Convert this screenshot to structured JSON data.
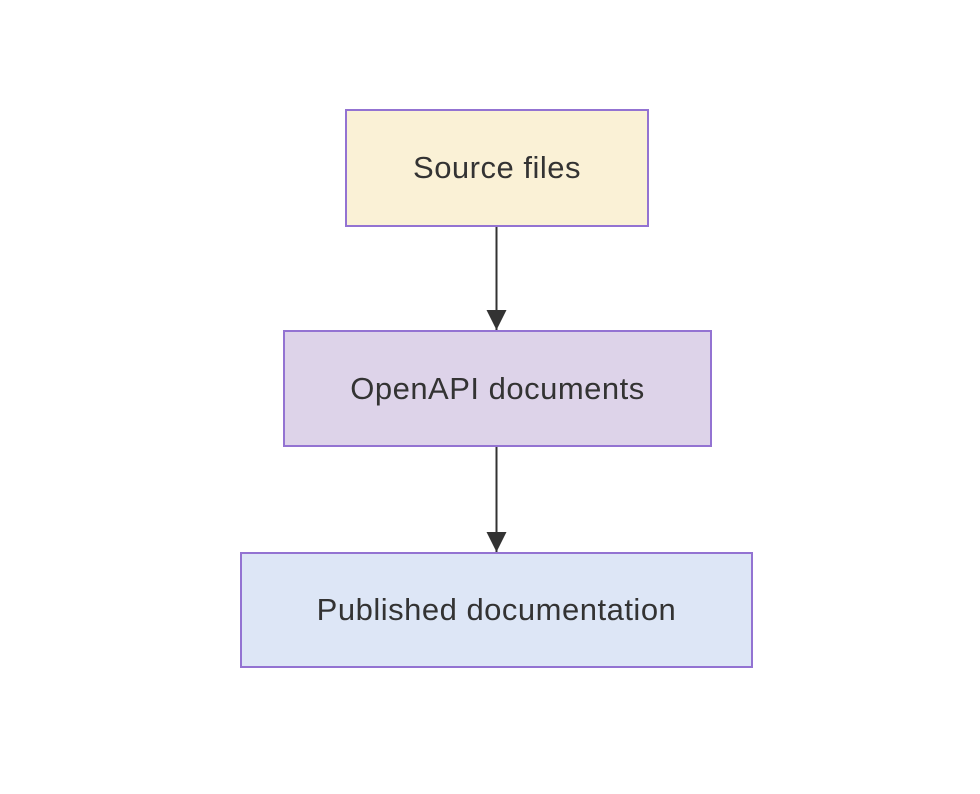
{
  "diagram": {
    "type": "flowchart",
    "direction": "top-down",
    "nodes": [
      {
        "id": "source",
        "label": "Source files",
        "fill": "#faf1d6",
        "border": "#9373d2"
      },
      {
        "id": "openapi",
        "label": "OpenAPI documents",
        "fill": "#ddd3e9",
        "border": "#9373d2"
      },
      {
        "id": "published",
        "label": "Published documentation",
        "fill": "#dde6f6",
        "border": "#9373d2"
      }
    ],
    "edges": [
      {
        "from": "source",
        "to": "openapi"
      },
      {
        "from": "openapi",
        "to": "published"
      }
    ],
    "colors": {
      "background": "#ffffff",
      "arrow": "#333333",
      "text": "#333333"
    }
  }
}
